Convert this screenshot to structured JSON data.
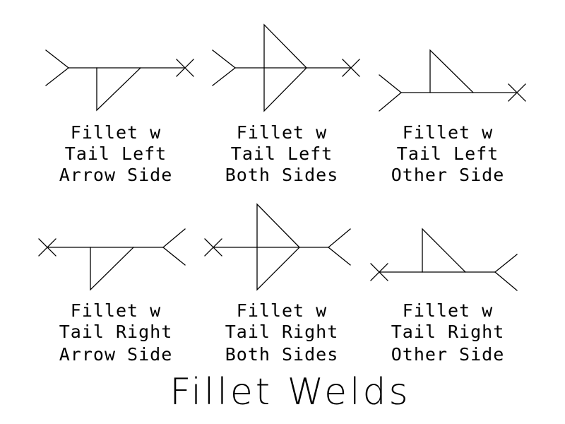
{
  "title": "Fillet Welds",
  "symbols": [
    {
      "tail": "left",
      "weld_side": "arrow",
      "label_lines": [
        "Fillet w",
        "Tail Left",
        "Arrow Side"
      ]
    },
    {
      "tail": "left",
      "weld_side": "both",
      "label_lines": [
        "Fillet w",
        "Tail Left",
        "Both Sides"
      ]
    },
    {
      "tail": "left",
      "weld_side": "other",
      "label_lines": [
        "Fillet w",
        "Tail Left",
        "Other Side"
      ]
    },
    {
      "tail": "right",
      "weld_side": "arrow",
      "label_lines": [
        "Fillet w",
        "Tail Right",
        "Arrow Side"
      ]
    },
    {
      "tail": "right",
      "weld_side": "both",
      "label_lines": [
        "Fillet w",
        "Tail Right",
        "Both Sides"
      ]
    },
    {
      "tail": "right",
      "weld_side": "other",
      "label_lines": [
        "Fillet w",
        "Tail Right",
        "Other Side"
      ]
    }
  ]
}
